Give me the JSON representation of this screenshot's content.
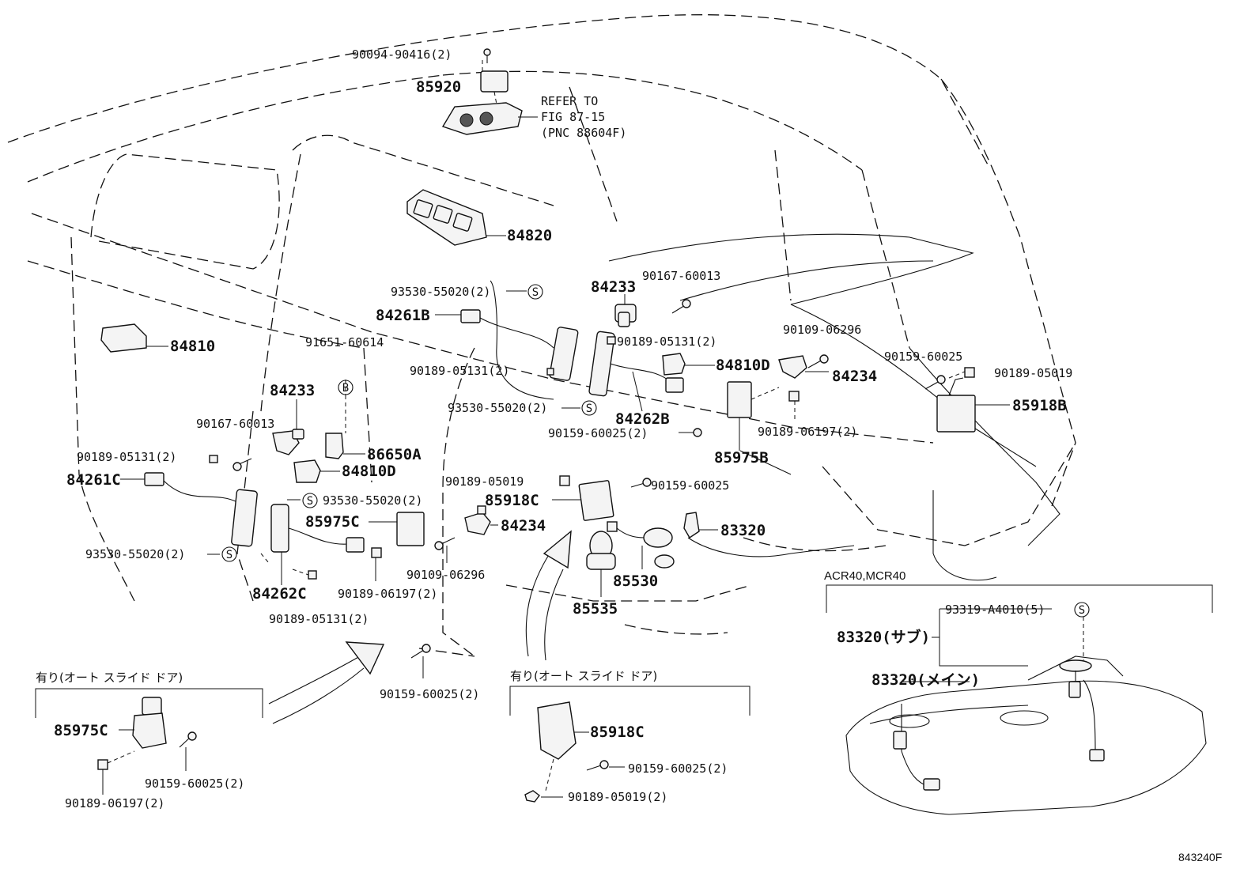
{
  "diagram_id": "843240F",
  "labels": {
    "p_90094_90416": "90094-90416(2)",
    "p_85920": "85920",
    "refer_line1": "REFER TO",
    "refer_line2": "FIG 87-15",
    "refer_line3": "(PNC 88604F)",
    "p_84820": "84820",
    "p_84233_top": "84233",
    "p_90167_60013_top": "90167-60013",
    "p_93530_55020_a": "93530-55020(2)",
    "p_84261B": "84261B",
    "p_84810_left": "84810",
    "p_91651_60614": "91651-60614",
    "p_90189_05131_b": "90189-05131(2)",
    "p_90109_06296_right": "90109-06296",
    "p_90189_05131_a": "90189-05131(2)",
    "p_84810D_right": "84810D",
    "p_84234_right": "84234",
    "p_90159_60025_right": "90159-60025",
    "p_90189_05019_right": "90189-05019",
    "p_84233_left": "84233",
    "p_93530_55020_b": "93530-55020(2)",
    "p_84262B": "84262B",
    "p_85918B": "85918B",
    "p_90167_60013_left": "90167-60013",
    "p_90159_60025_mid": "90159-60025(2)",
    "p_90189_06197_right": "90189-06197(2)",
    "p_90189_05131_left": "90189-05131(2)",
    "p_86650A": "86650A",
    "p_85975B": "85975B",
    "p_84810D_left": "84810D",
    "p_84261C": "84261C",
    "p_90189_05019_mid": "90189-05019",
    "p_90159_60025_mid2": "90159-60025",
    "p_93530_55020_c": "93530-55020(2)",
    "p_85918C_mid": "85918C",
    "p_85975C_mid": "85975C",
    "p_84234_left": "84234",
    "p_83320": "83320",
    "p_93530_55020_d": "93530-55020(2)",
    "p_90109_06296_left": "90109-06296",
    "p_85530": "85530",
    "p_84262C": "84262C",
    "p_90189_06197_left": "90189-06197(2)",
    "p_90189_05131_bottom": "90189-05131(2)",
    "p_85535": "85535",
    "acr_label": "ACR40,MCR40",
    "p_93319_A4010": "93319-A4010(5)",
    "p_83320_sub": "83320(サブ)",
    "p_83320_main": "83320(メイン)",
    "p_90159_60025_bottom": "90159-60025(2)",
    "box1_title": "有り(オート スライド ドア)",
    "box1_85975C": "85975C",
    "box1_90159_60025": "90159-60025(2)",
    "box1_90189_06197": "90189-06197(2)",
    "box2_title": "有り(オート スライド ドア)",
    "box2_85918C": "85918C",
    "box2_90159_60025": "90159-60025(2)",
    "box2_90189_05019": "90189-05019(2)",
    "s_mark": "S",
    "b_mark": "B"
  }
}
